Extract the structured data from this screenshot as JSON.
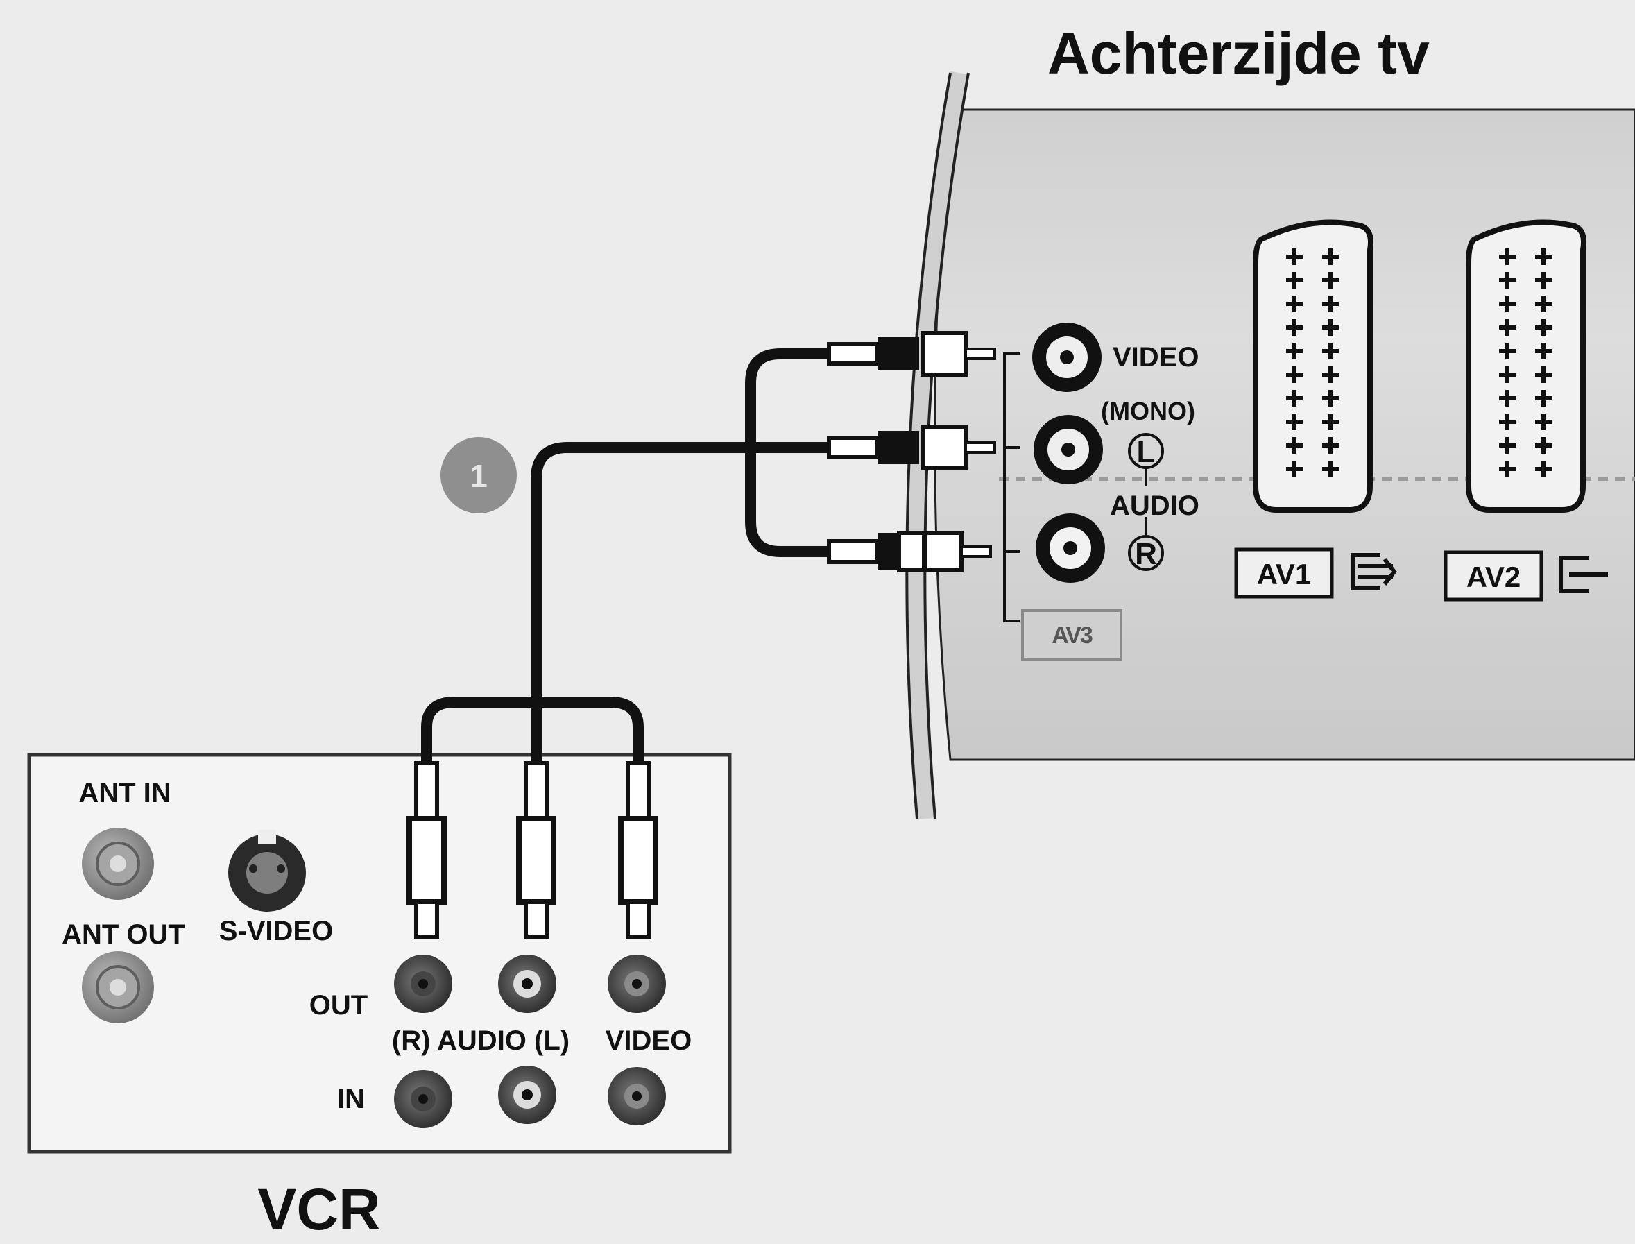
{
  "tv": {
    "title": "Achterzijde tv",
    "video_label": "VIDEO",
    "mono_label": "(MONO)",
    "left_letter": "L",
    "audio_label": "AUDIO",
    "right_letter": "R",
    "av1_label": "AV1",
    "av2_label": "AV2",
    "av3_label": "AV3"
  },
  "vcr": {
    "title": "VCR",
    "ant_in_label": "ANT IN",
    "ant_out_label": "ANT OUT",
    "svideo_label": "S-VIDEO",
    "out_label": "OUT",
    "in_label": "IN",
    "audio_label": "(R) AUDIO (L)",
    "video_label": "VIDEO"
  },
  "step_badge": "1",
  "colors": {
    "background": "#ececec",
    "tv_panel": "#d9d9d9",
    "cable": "#111111",
    "badge": "#8f8f8f"
  },
  "icons": [
    "scart-input-icon",
    "scart-output-icon",
    "rca-jack-icon",
    "rca-plug-icon",
    "antenna-jack-icon",
    "s-video-jack-icon"
  ]
}
